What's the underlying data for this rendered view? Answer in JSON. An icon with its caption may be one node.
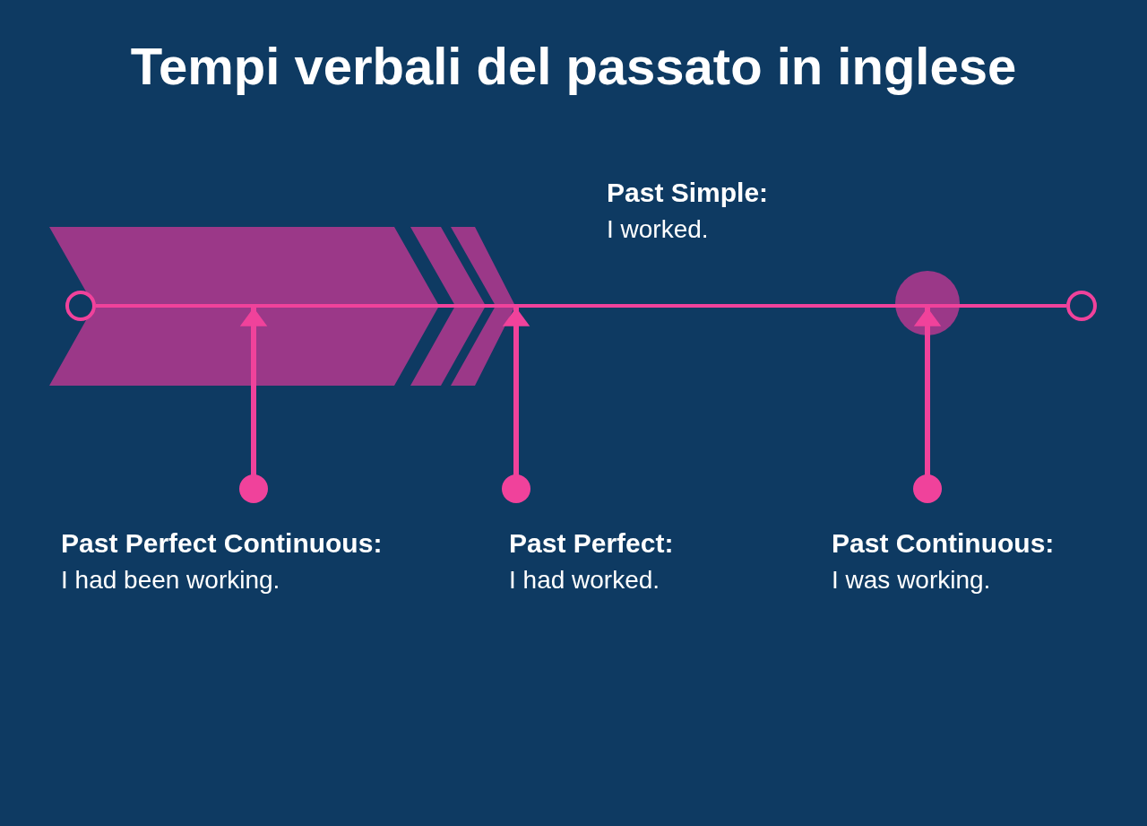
{
  "diagram": {
    "title": "Tempi verbali del passato in inglese",
    "nodes": [
      {
        "text": [
          "Past Simple:",
          "I worked."
        ]
      },
      {
        "text": [
          "Past Perfect Continuous:",
          "I had been working."
        ]
      },
      {
        "text": [
          "Past Perfect:",
          "I had worked."
        ]
      },
      {
        "text": [
          "Past Continuous:",
          "I was working."
        ]
      },
      {
        "text": [],
        "shape": "circle"
      },
      {
        "text": [],
        "shape": "circle"
      }
    ],
    "edges": [
      {
        "from": 4,
        "to": 5,
        "arrow": "none"
      },
      {
        "from": 1,
        "to": null,
        "arrow": "to"
      },
      {
        "from": 2,
        "to": null,
        "arrow": "to"
      },
      {
        "from": 3,
        "to": null,
        "arrow": "to"
      }
    ]
  }
}
